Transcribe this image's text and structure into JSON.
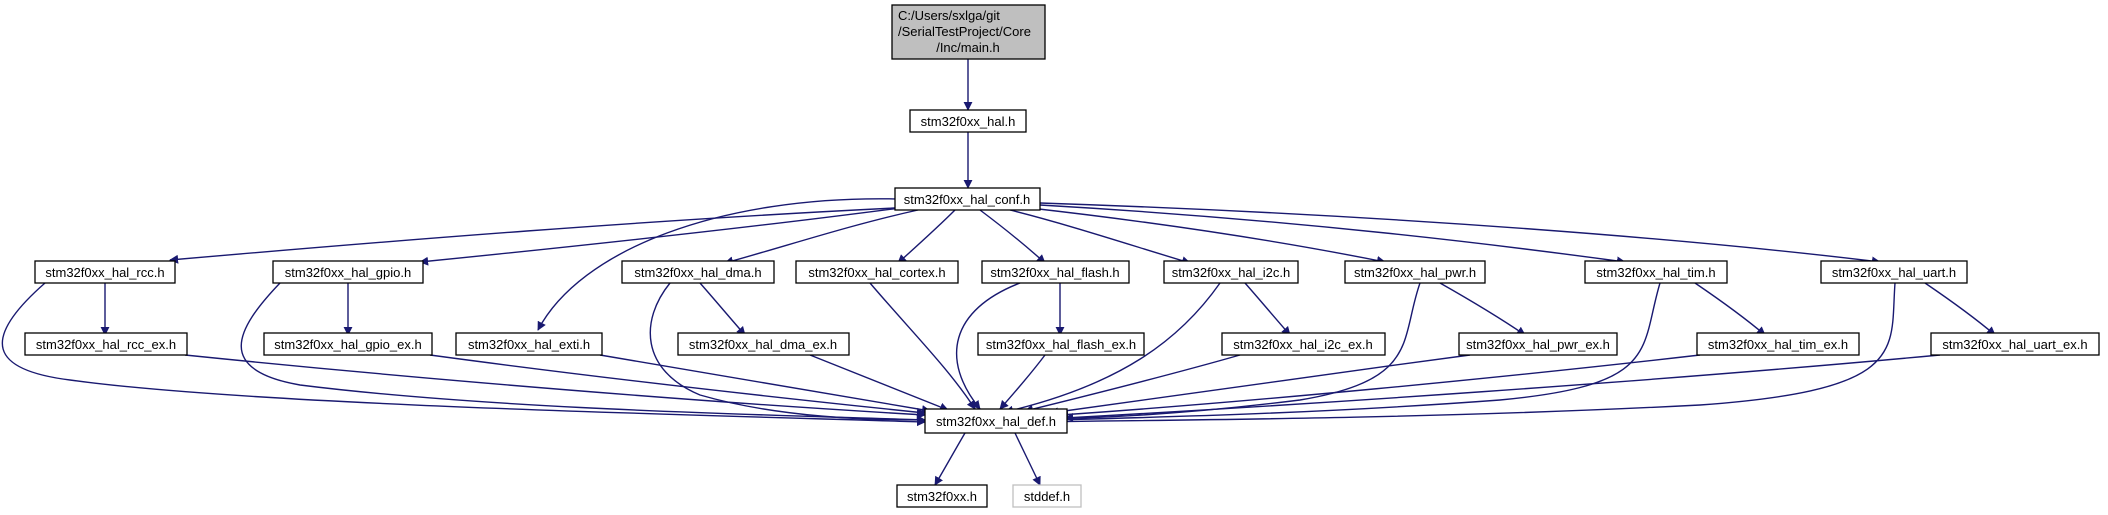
{
  "colors": {
    "edge": "#191970",
    "root_fill": "#bfbfbf",
    "node_fill": "#ffffff",
    "border": "#000000",
    "ghost_border": "#bfbfbf"
  },
  "nodes": {
    "main_h": {
      "lines": [
        "C:/Users/sxlga/git",
        "/SerialTestProject/Core",
        "/Inc/main.h"
      ]
    },
    "hal": {
      "label": "stm32f0xx_hal.h"
    },
    "hal_conf": {
      "label": "stm32f0xx_hal_conf.h"
    },
    "rcc": {
      "label": "stm32f0xx_hal_rcc.h"
    },
    "gpio": {
      "label": "stm32f0xx_hal_gpio.h"
    },
    "dma": {
      "label": "stm32f0xx_hal_dma.h"
    },
    "cortex": {
      "label": "stm32f0xx_hal_cortex.h"
    },
    "flash": {
      "label": "stm32f0xx_hal_flash.h"
    },
    "i2c": {
      "label": "stm32f0xx_hal_i2c.h"
    },
    "pwr": {
      "label": "stm32f0xx_hal_pwr.h"
    },
    "tim": {
      "label": "stm32f0xx_hal_tim.h"
    },
    "uart": {
      "label": "stm32f0xx_hal_uart.h"
    },
    "rcc_ex": {
      "label": "stm32f0xx_hal_rcc_ex.h"
    },
    "gpio_ex": {
      "label": "stm32f0xx_hal_gpio_ex.h"
    },
    "exti": {
      "label": "stm32f0xx_hal_exti.h"
    },
    "dma_ex": {
      "label": "stm32f0xx_hal_dma_ex.h"
    },
    "flash_ex": {
      "label": "stm32f0xx_hal_flash_ex.h"
    },
    "i2c_ex": {
      "label": "stm32f0xx_hal_i2c_ex.h"
    },
    "pwr_ex": {
      "label": "stm32f0xx_hal_pwr_ex.h"
    },
    "tim_ex": {
      "label": "stm32f0xx_hal_tim_ex.h"
    },
    "uart_ex": {
      "label": "stm32f0xx_hal_uart_ex.h"
    },
    "hal_def": {
      "label": "stm32f0xx_hal_def.h"
    },
    "f0xx": {
      "label": "stm32f0xx.h"
    },
    "stddef": {
      "label": "stddef.h"
    }
  }
}
